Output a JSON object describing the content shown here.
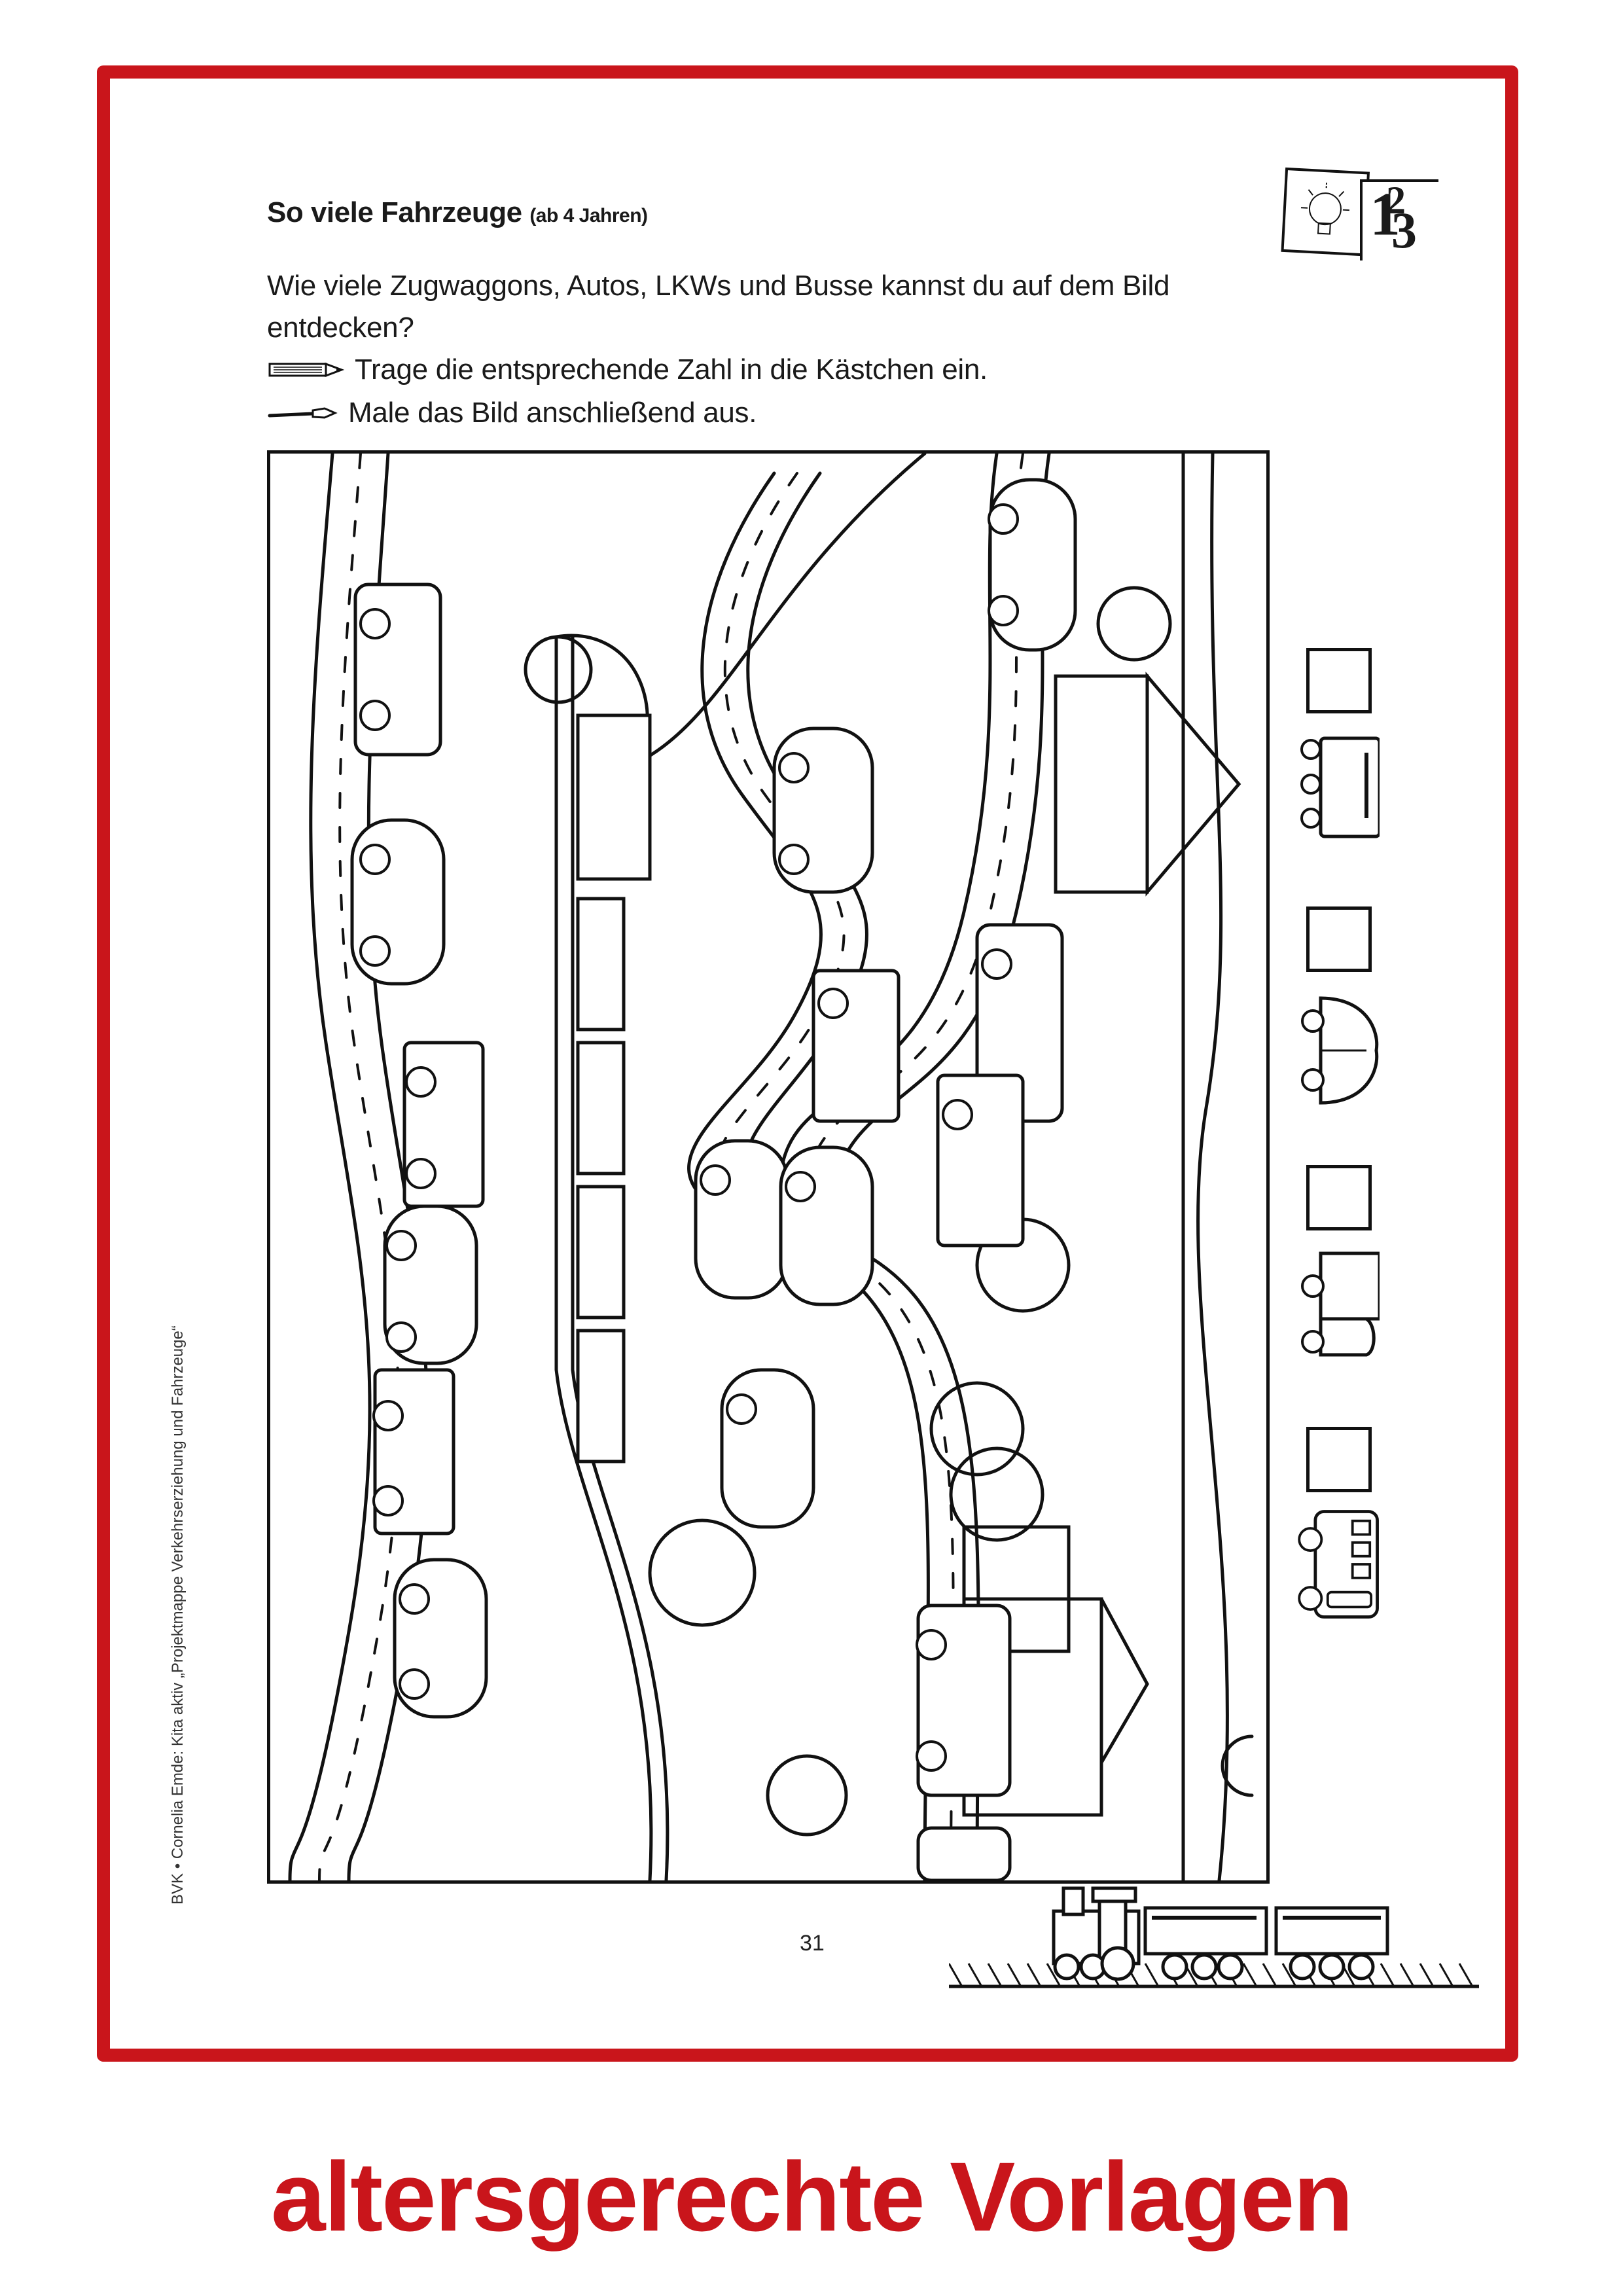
{
  "worksheet": {
    "title": "So viele Fahrzeuge",
    "age_note": "(ab 4 Jahren)",
    "question_line1": "Wie viele Zugwaggons, Autos, LKWs und Busse kannst du auf dem Bild",
    "question_line2": "entdecken?",
    "instructions": [
      {
        "icon": "pencil-icon",
        "text": "Trage die entsprechende Zahl in die Kästchen ein."
      },
      {
        "icon": "paintbrush-icon",
        "text": "Male das Bild anschließend aus."
      }
    ],
    "logo": {
      "icon": "lightbulb-icon",
      "numbers": "123"
    },
    "answer_rows": [
      {
        "vehicle": "train-wagon",
        "icon": "train-wagon-icon",
        "value": ""
      },
      {
        "vehicle": "car",
        "icon": "car-icon",
        "value": ""
      },
      {
        "vehicle": "truck",
        "icon": "truck-icon",
        "value": ""
      },
      {
        "vehicle": "bus",
        "icon": "bus-icon",
        "value": ""
      }
    ],
    "page_number": "31",
    "credit": "BVK • Cornelia Emde: Kita aktiv „Projektmappe Verkehrserziehung und Fahrzeuge“"
  },
  "tagline": "altersgerechte Vorlagen",
  "colors": {
    "frame": "#c9151b",
    "tagline": "#c9151b",
    "ink": "#111111"
  }
}
